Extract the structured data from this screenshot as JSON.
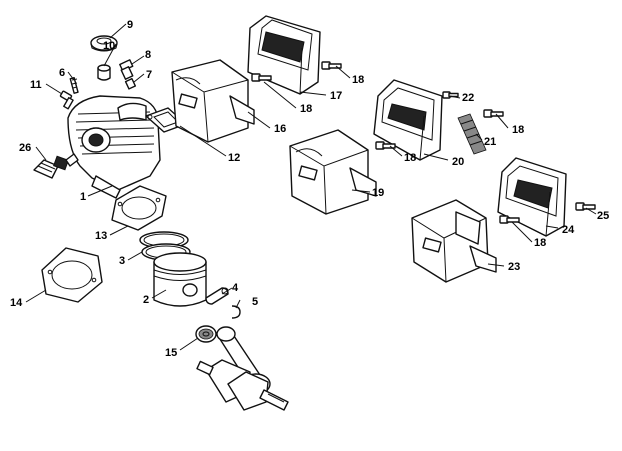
{
  "callouts": [
    {
      "id": "c9",
      "label": "9"
    },
    {
      "id": "c10",
      "label": "10"
    },
    {
      "id": "c8",
      "label": "8"
    },
    {
      "id": "c6",
      "label": "6"
    },
    {
      "id": "c7",
      "label": "7"
    },
    {
      "id": "c11",
      "label": "11"
    },
    {
      "id": "c26",
      "label": "26"
    },
    {
      "id": "c12",
      "label": "12"
    },
    {
      "id": "c1",
      "label": "1"
    },
    {
      "id": "c13",
      "label": "13"
    },
    {
      "id": "c3",
      "label": "3"
    },
    {
      "id": "c14",
      "label": "14"
    },
    {
      "id": "c2",
      "label": "2"
    },
    {
      "id": "c4",
      "label": "4"
    },
    {
      "id": "c5",
      "label": "5"
    },
    {
      "id": "c15",
      "label": "15"
    },
    {
      "id": "c16",
      "label": "16"
    },
    {
      "id": "c18a",
      "label": "18"
    },
    {
      "id": "c17",
      "label": "17"
    },
    {
      "id": "c18b",
      "label": "18"
    },
    {
      "id": "c22",
      "label": "22"
    },
    {
      "id": "c18c",
      "label": "18"
    },
    {
      "id": "c21",
      "label": "21"
    },
    {
      "id": "c18d",
      "label": "18"
    },
    {
      "id": "c20",
      "label": "20"
    },
    {
      "id": "c19",
      "label": "19"
    },
    {
      "id": "c25",
      "label": "25"
    },
    {
      "id": "c24",
      "label": "24"
    },
    {
      "id": "c18e",
      "label": "18"
    },
    {
      "id": "c23",
      "label": "23"
    }
  ]
}
